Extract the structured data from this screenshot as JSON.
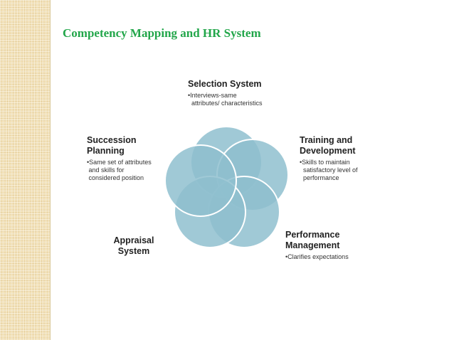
{
  "title": "Competency Mapping and HR System",
  "nodes": [
    {
      "id": "selection",
      "heading": [
        "Selection System"
      ],
      "bullet": [
        "•Interviews-same",
        "  attributes/ characteristics"
      ]
    },
    {
      "id": "training",
      "heading": [
        "Training and",
        "Development"
      ],
      "bullet": [
        "•Skills to maintain",
        "  satisfactory level of",
        "  performance"
      ]
    },
    {
      "id": "performance",
      "heading": [
        "Performance",
        "Management"
      ],
      "bullet": [
        "•Clarifies expectations"
      ]
    },
    {
      "id": "appraisal",
      "heading": [
        "Appraisal",
        "System"
      ],
      "bullet": []
    },
    {
      "id": "succession",
      "heading": [
        "Succession",
        "Planning"
      ],
      "bullet": [
        "•Same set of attributes",
        " and skills for",
        " considered position"
      ]
    }
  ],
  "colors": {
    "title": "#22a64a",
    "circle": "#8fbfcf",
    "circle_stroke": "#ffffff",
    "sidebar": "#f3e2b8"
  }
}
